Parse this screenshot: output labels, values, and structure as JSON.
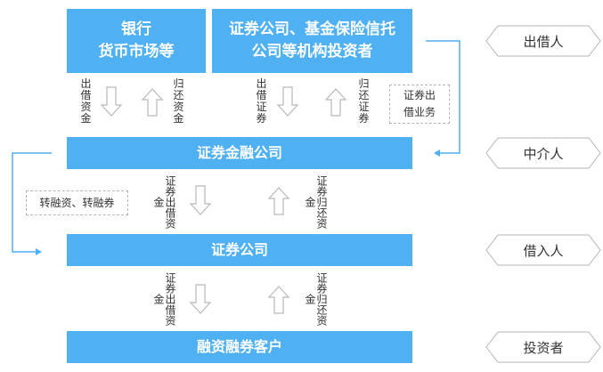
{
  "top_left_box": {
    "line1": "银行",
    "line2": "货币市场等"
  },
  "top_right_box": {
    "line1": "证券公司、基金保险信托",
    "line2": "公司等机构投资者"
  },
  "bar_finance_company": "证券金融公司",
  "bar_securities_company": "证券公司",
  "bar_clients": "融资融券客户",
  "labels": {
    "lend_funds": "出借资金",
    "return_funds": "归还资金",
    "lend_securities": "出借证券",
    "return_securities": "归还证券",
    "securities_lend_funds_a": "证券出借资金",
    "securities_return_funds_a": "证券归还资金",
    "securities_lend_funds_b": "证券出借资金",
    "securities_return_funds_b": "证券归还资金"
  },
  "dashed_notes": {
    "securities_lending": {
      "line1": "证券出",
      "line2": "借业务"
    },
    "refinancing": "转融资、转融券"
  },
  "roles": {
    "lender": "出借人",
    "intermediary": "中介人",
    "borrower": "借入人",
    "investor": "投资者"
  },
  "colors": {
    "box": "#4fb0f2",
    "arrow_outline": "#b8b8b8",
    "connector": "#4fb0f2",
    "role_outline": "#b5b5b5"
  }
}
